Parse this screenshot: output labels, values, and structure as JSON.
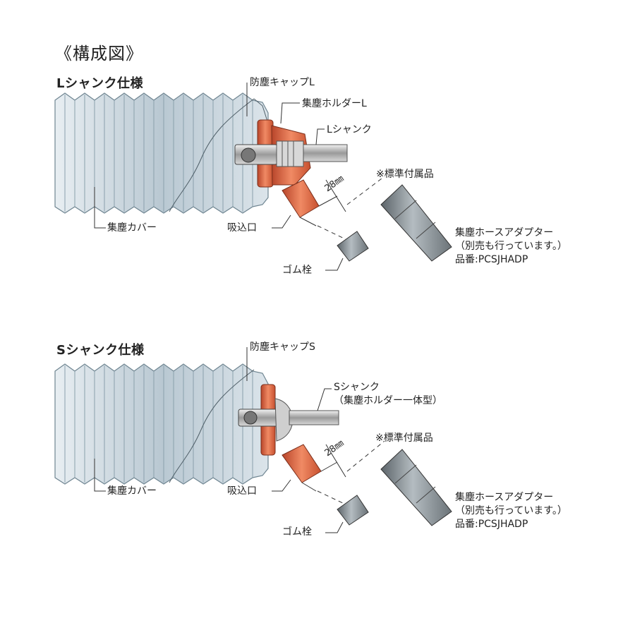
{
  "page": {
    "title": "《構成図》"
  },
  "spec_l": {
    "heading": "Lシャンク仕様",
    "cap": "防塵キャップL",
    "holder": "集塵ホルダーL",
    "shank": "Lシャンク",
    "standard": "※標準付属品",
    "dim": "28㎜",
    "cover": "集塵カバー",
    "inlet": "吸込口",
    "plug": "ゴム栓",
    "adapter_1": "集塵ホースアダプター",
    "adapter_2": "（別売も行っています。）",
    "adapter_3": "品番:PCSJHADP"
  },
  "spec_s": {
    "heading": "Sシャンク仕様",
    "cap": "防塵キャップS",
    "shank_1": "Sシャンク",
    "shank_2": "（集塵ホルダー一体型）",
    "standard": "※標準付属品",
    "dim": "28㎜",
    "cover": "集塵カバー",
    "inlet": "吸込口",
    "plug": "ゴム栓",
    "adapter_1": "集塵ホースアダプター",
    "adapter_2": "（別売も行っています。）",
    "adapter_3": "品番:PCSJHADP"
  },
  "colors": {
    "bellows": "#c9d6df",
    "bellows_dark": "#8fa2ae",
    "holder_orange": "#e0643c",
    "adapter_gray": "#8c959c"
  }
}
